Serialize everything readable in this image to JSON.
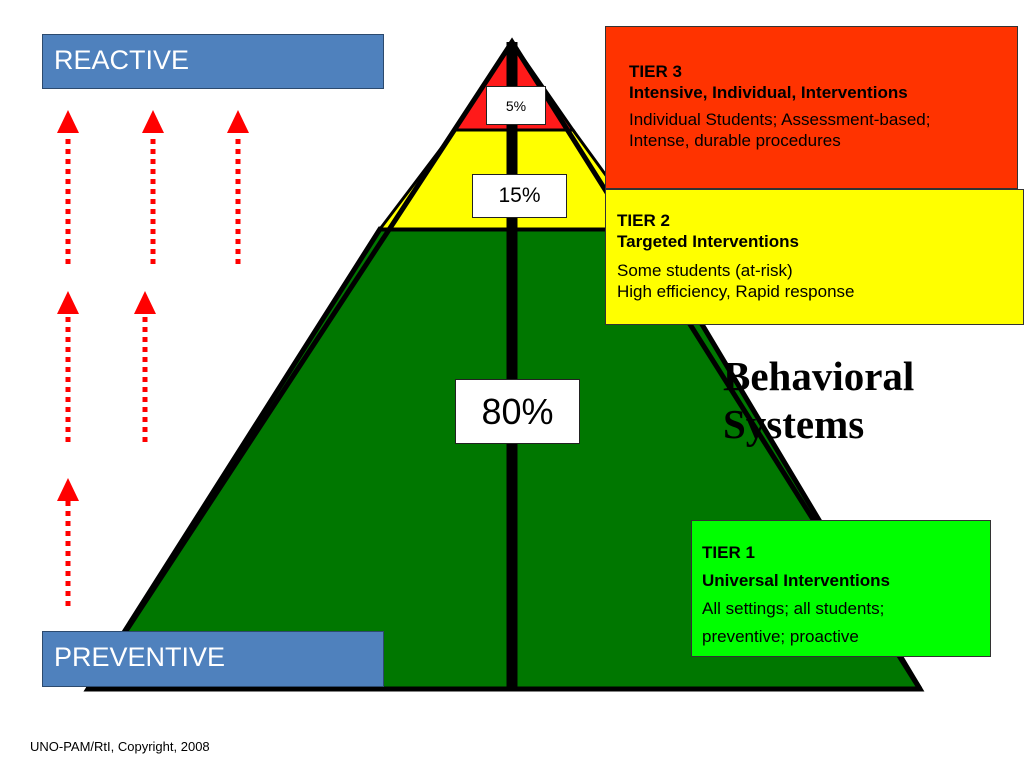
{
  "labels": {
    "top": "REACTIVE",
    "bottom": "PREVENTIVE"
  },
  "percentages": {
    "tier3": "5%",
    "tier2": "15%",
    "tier1": "80%"
  },
  "tiers": [
    {
      "name": "TIER 3",
      "subtitle": "Intensive, Individual, Interventions",
      "description": [
        "Individual Students; Assessment-based;",
        "Intense, durable procedures"
      ],
      "color": "#ff3300"
    },
    {
      "name": "TIER 2",
      "subtitle": "Targeted Interventions",
      "description": [
        "Some students (at-risk)",
        "High efficiency, Rapid response"
      ],
      "color": "#ffff00"
    },
    {
      "name": "TIER 1",
      "subtitle": "Universal Interventions",
      "description": [
        "All settings; all students;",
        "preventive;  proactive"
      ],
      "color": "#00ff00"
    }
  ],
  "title": {
    "line1": "Behavioral",
    "line2": "Systems"
  },
  "footer": "UNO-PAM/RtI, Copyright, 2008",
  "colors": {
    "green_layer": "#007700",
    "yellow_layer": "#ffff00",
    "red_layer": "#ff1a1a",
    "label_box": "#4f81bd",
    "arrow": "#ff0000"
  },
  "icons": [
    "arrow-up-icon"
  ]
}
